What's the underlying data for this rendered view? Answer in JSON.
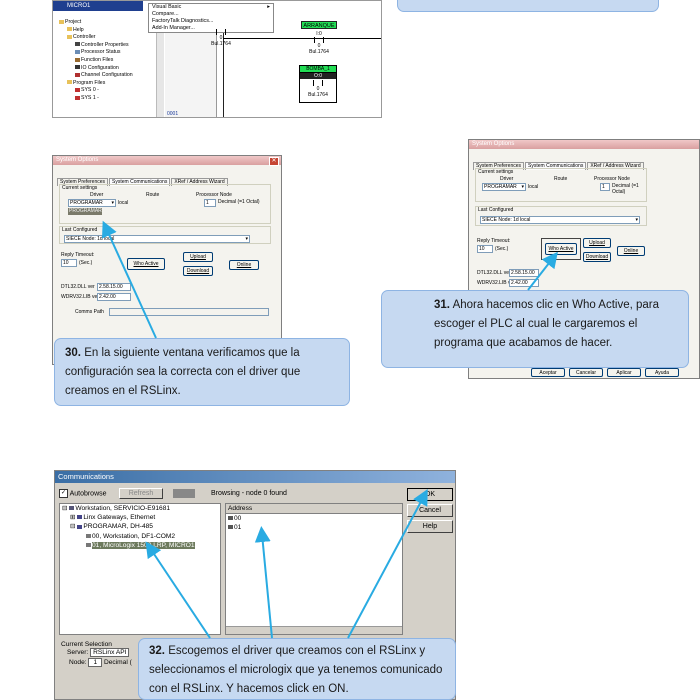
{
  "top": {
    "window_title": "MICRO1",
    "tree": [
      "Project",
      "Help",
      "Controller",
      "Controller Properties",
      "Processor Status",
      "Function Files",
      "IO Configuration",
      "Channel Configuration",
      "Program Files",
      "SYS 0 -",
      "SYS 1 -"
    ],
    "menu": [
      "Visual Basic",
      "Compare...",
      "FactoryTalk Diagnostics...",
      "Add-In Manager..."
    ],
    "ladder": {
      "coil_label": "ARRANQUE",
      "coil_addr": "I:0",
      "contact_bit": "0",
      "contact_dev": "Bul.1764",
      "left_bit": "0",
      "left_dev": "Bul.1764",
      "box_label": "BOMBA_1",
      "box_addr": "O:0",
      "box_bit": "0",
      "box_dev": "Bul.1764",
      "rung": "0001"
    }
  },
  "dialog_left": {
    "title": "System Options",
    "tabs": [
      "System Preferences",
      "System Communications",
      "XRef / Address Wizard"
    ],
    "current_settings": "Current settings",
    "col_driver": "Driver",
    "col_route": "Route",
    "col_node": "Processor Node",
    "driver_value": "PROGRAMAR",
    "route_value": "local",
    "node_value": "1",
    "node_note": "Decimal (=1 Octal)",
    "dropdown_item": "PROGRAMAR",
    "last_configured": "Last Configured",
    "last_value": "SIECE          Node: 1d  local",
    "reply_timeout": "Reply Timeout:",
    "reply_value": "10",
    "reply_unit": "(Sec.)",
    "who_active": "Who Active",
    "upload": "Upload",
    "download": "Download",
    "online": "Online",
    "dtl_label": "DTL32.DLL ver",
    "dtl_value": "2.58.15.00",
    "wdrv_label": "WDRV32.LIB ver",
    "wdrv_value": "2.42.00",
    "comms_path": "Comms Path"
  },
  "dialog_right": {
    "title": "System Options",
    "tabs": [
      "System Preferences",
      "System Communications",
      "XRef / Address Wizard"
    ],
    "current_settings": "Current settings",
    "col_driver": "Driver",
    "col_route": "Route",
    "col_node": "Processor Node",
    "driver_value": "PROGRAMAR",
    "route_value": "local",
    "node_value": "1",
    "node_note": "Decimal (=1 Octal)",
    "last_configured": "Last Configured",
    "last_value": "SIECE          Node: 1d  local",
    "reply_timeout": "Reply Timeout:",
    "reply_value": "10",
    "reply_unit": "(Sec.)",
    "who_active": "Who Active",
    "upload": "Upload",
    "download": "Download",
    "online": "Online",
    "dtl_label": "DTL32.DLL ver",
    "dtl_value": "2.58.15.00",
    "wdrv_label": "WDRV32.LIB ver",
    "wdrv_value": "2.42.00",
    "buttons": [
      "Aceptar",
      "Cancelar",
      "Aplicar",
      "Ayuda"
    ]
  },
  "comm": {
    "title": "Communications",
    "autobrowse": "Autobrowse",
    "refresh": "Refresh",
    "browsing": "Browsing - node 0 found",
    "tree": [
      "Workstation, SERVICIO-E91681",
      "Linx Gateways, Ethernet",
      "PROGRAMAR, DH-485",
      "00, Workstation, DF1-COM2",
      "01, MicroLogix 1500 LRP, MICRO1"
    ],
    "address_header": "Address",
    "addresses": [
      "00",
      "01"
    ],
    "ok": "OK",
    "cancel": "Cancel",
    "help": "Help",
    "current_selection": "Current Selection",
    "server_label": "Server:",
    "server_value": "RSLinx API",
    "node_label": "Node:",
    "node_value": "1",
    "node_suffix": "Decimal ("
  },
  "callouts": {
    "c30_num": "30.",
    "c30_text": "En la siguiente ventana verificamos que la configuración sea la correcta con el driver que creamos en el RSLinx.",
    "c31_num": "31.",
    "c31_text": "Ahora hacemos clic en Who Active, para escoger el PLC al cual le cargaremos el programa que acabamos de hacer.",
    "c32_num": "32.",
    "c32_text": "Escogemos el driver que creamos con el RSLinx y seleccionamos el micrologix que ya tenemos comunicado con el RSLinx. Y hacemos click en ON."
  },
  "colors": {
    "callout_fill": "#c6d9f1",
    "arrow": "#29abe2",
    "green": "#22dd55"
  }
}
